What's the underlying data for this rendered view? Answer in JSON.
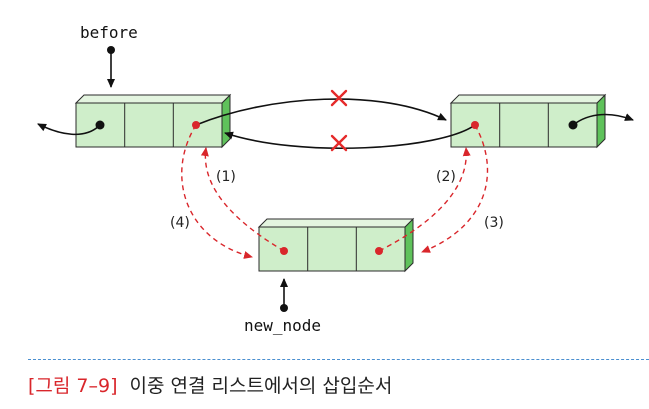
{
  "diagram": {
    "labels": {
      "before": "before",
      "new_node": "new_node"
    },
    "steps": [
      "(1)",
      "(2)",
      "(3)",
      "(4)"
    ],
    "colors": {
      "node_fill": "#cfeeca",
      "node_side": "#5fc25b",
      "node_stroke": "#2b2b2b",
      "link": "#111111",
      "new_link": "#d9262b",
      "removed_mark": "#e52a2a"
    },
    "icons": [
      "cross-icon",
      "arrow-icon",
      "pointer-dot-icon"
    ]
  },
  "caption": {
    "figure_number": "[그림 7–9]",
    "text": "이중 연결 리스트에서의 삽입순서"
  }
}
